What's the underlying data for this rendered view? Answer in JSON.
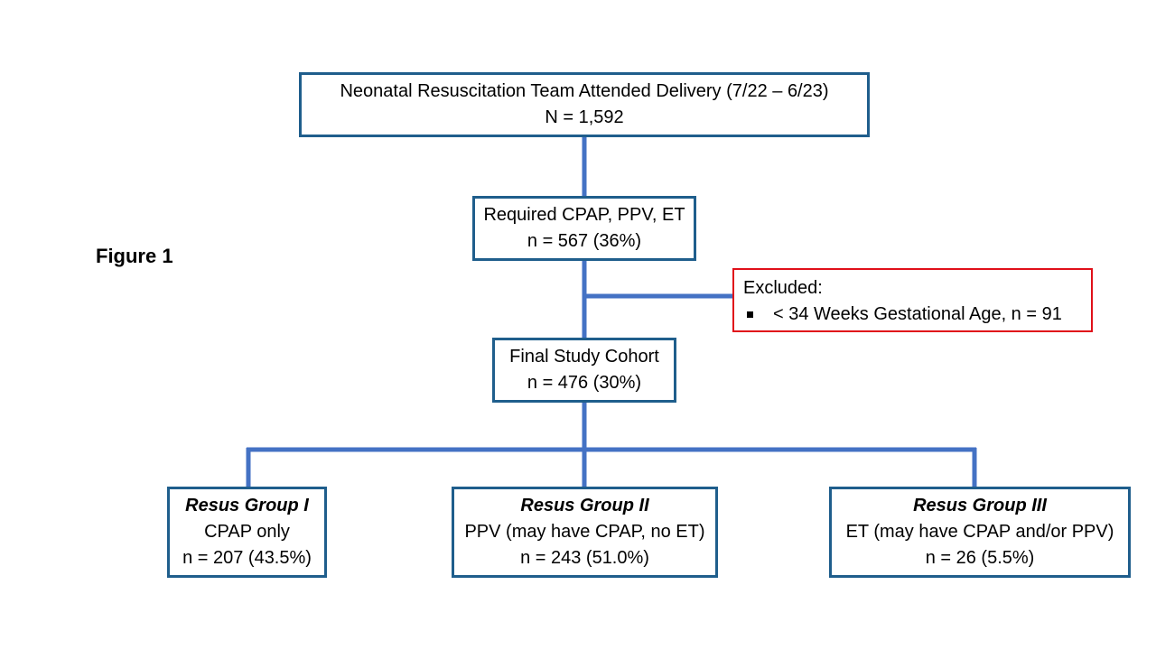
{
  "figure_label": "Figure 1",
  "boxes": {
    "top": {
      "line1": "Neonatal Resuscitation Team Attended Delivery (7/22 – 6/23)",
      "line2": "N = 1,592"
    },
    "required": {
      "line1": "Required CPAP, PPV, ET",
      "line2": "n = 567 (36%)"
    },
    "cohort": {
      "line1": "Final Study Cohort",
      "line2": "n = 476 (30%)"
    },
    "group1": {
      "title": "Resus Group I",
      "desc": "CPAP only",
      "count": "n = 207 (43.5%)"
    },
    "group2": {
      "title": "Resus Group II",
      "desc": "PPV (may have CPAP, no ET)",
      "count": "n = 243 (51.0%)"
    },
    "group3": {
      "title": "Resus Group III",
      "desc": "ET (may have CPAP and/or PPV)",
      "count": "n = 26 (5.5%)"
    }
  },
  "excluded": {
    "heading": "Excluded:",
    "items": [
      "< 34 Weeks Gestational Age, n = 91"
    ]
  },
  "colors": {
    "box_border": "#1f5e8c",
    "connector": "#4472c4",
    "excluded_border": "#e0101a"
  }
}
